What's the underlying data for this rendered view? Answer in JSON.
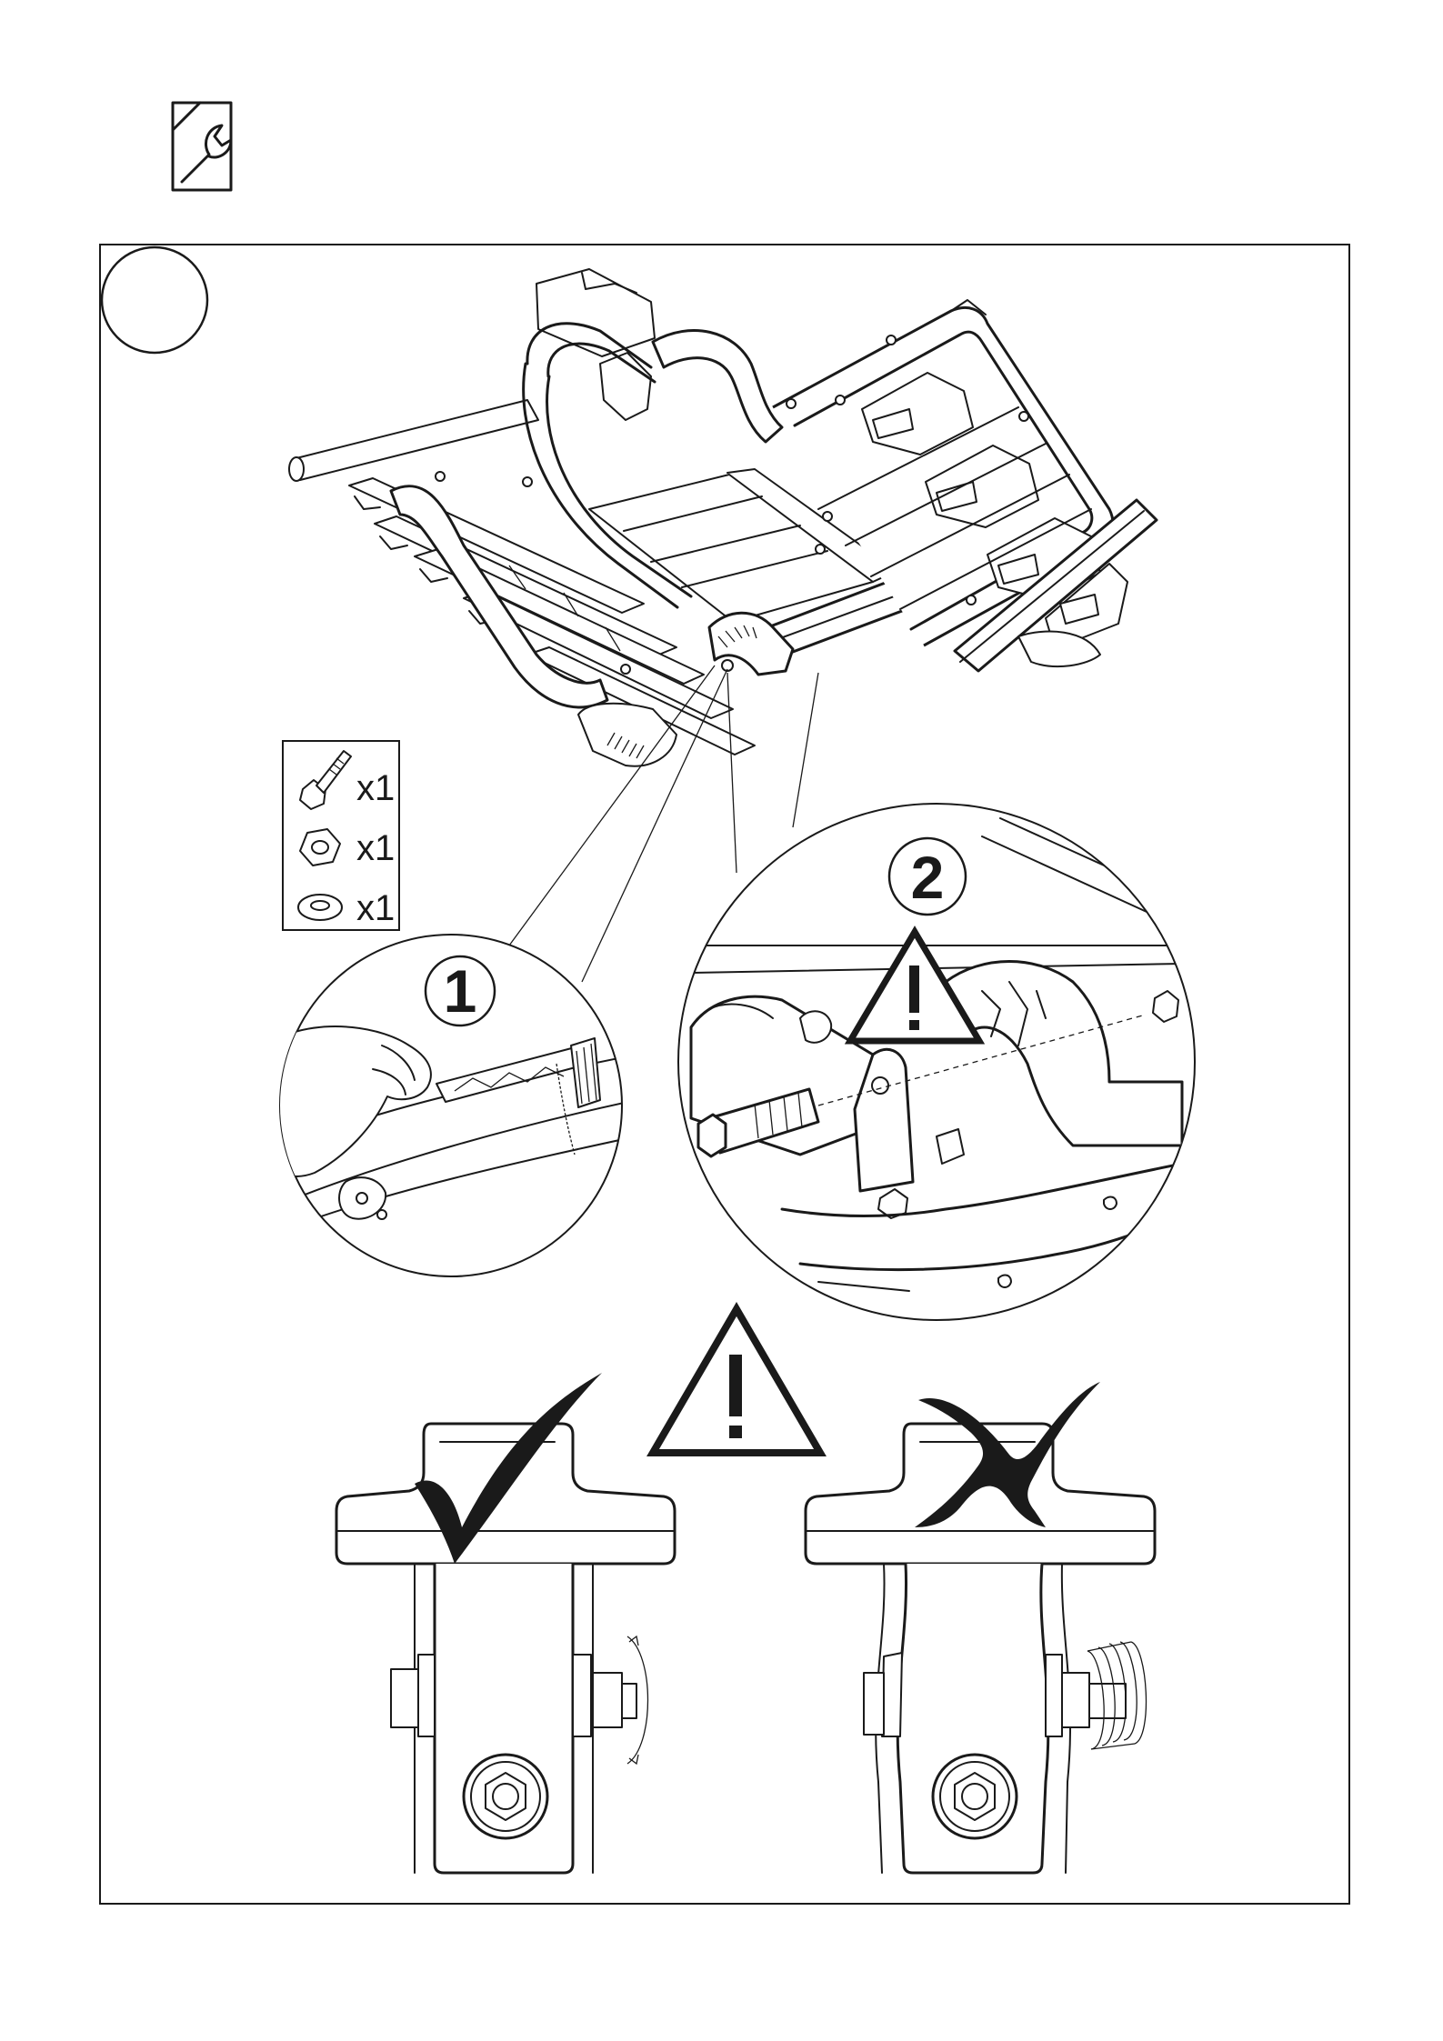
{
  "parts": {
    "bolt": {
      "qty": "x1",
      "icon": "bolt-icon"
    },
    "nut": {
      "qty": "x1",
      "icon": "nut-icon"
    },
    "washer": {
      "qty": "x1",
      "icon": "washer-icon"
    }
  },
  "steps": {
    "one": "1",
    "two": "2"
  },
  "icons": {
    "header": "document-wrench-icon",
    "warning": "warning-triangle-icon",
    "correct": "checkmark-icon",
    "wrong": "cross-icon"
  },
  "colors": {
    "ink": "#1a1a1a",
    "paper": "#ffffff"
  }
}
